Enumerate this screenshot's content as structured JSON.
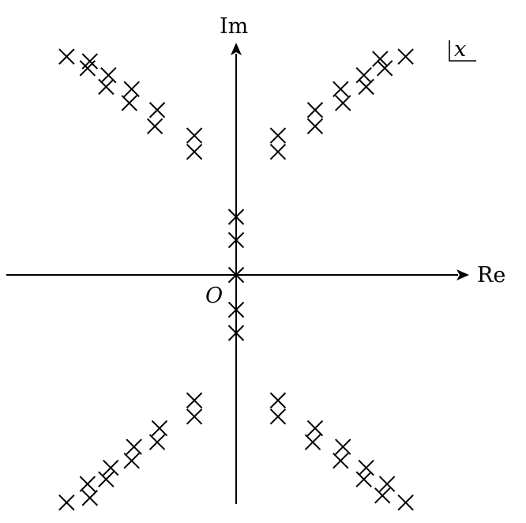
{
  "diagram": {
    "real_axis_label": "Re",
    "imag_axis_label": "Im",
    "origin_label": "O",
    "variable_label": "x",
    "marker_symbol": "cross",
    "markers": [
      {
        "re": 0,
        "im": 0
      },
      {
        "re": 0,
        "im": 1.5
      },
      {
        "re": 0,
        "im": 2.5
      },
      {
        "re": 0,
        "im": -1.5
      },
      {
        "re": 0,
        "im": -2.5
      },
      {
        "re": 1.8,
        "im": 6.0
      },
      {
        "re": 1.8,
        "im": 5.3
      },
      {
        "re": 3.4,
        "im": 7.1
      },
      {
        "re": 3.4,
        "im": 6.4
      },
      {
        "re": 4.5,
        "im": 8.0
      },
      {
        "re": 4.6,
        "im": 7.4
      },
      {
        "re": 5.5,
        "im": 8.6
      },
      {
        "re": 5.6,
        "im": 8.1
      },
      {
        "re": 6.2,
        "im": 9.3
      },
      {
        "re": 6.4,
        "im": 8.9
      },
      {
        "re": 7.3,
        "im": 9.4
      },
      {
        "re": -1.8,
        "im": 6.0
      },
      {
        "re": -1.8,
        "im": 5.3
      },
      {
        "re": -3.4,
        "im": 7.1
      },
      {
        "re": -3.5,
        "im": 6.4
      },
      {
        "re": -4.5,
        "im": 8.0
      },
      {
        "re": -4.6,
        "im": 7.4
      },
      {
        "re": -5.5,
        "im": 8.6
      },
      {
        "re": -5.6,
        "im": 8.1
      },
      {
        "re": -6.3,
        "im": 9.2
      },
      {
        "re": -6.4,
        "im": 8.9
      },
      {
        "re": -7.3,
        "im": 9.4
      },
      {
        "re": 1.8,
        "im": -5.4
      },
      {
        "re": 1.8,
        "im": -6.1
      },
      {
        "re": 3.4,
        "im": -6.6
      },
      {
        "re": 3.3,
        "im": -7.2
      },
      {
        "re": 4.6,
        "im": -7.4
      },
      {
        "re": 4.5,
        "im": -8.0
      },
      {
        "re": 5.6,
        "im": -8.3
      },
      {
        "re": 5.5,
        "im": -8.8
      },
      {
        "re": 6.5,
        "im": -9.0
      },
      {
        "re": 6.3,
        "im": -9.5
      },
      {
        "re": 7.3,
        "im": -9.8
      },
      {
        "re": -1.8,
        "im": -5.4
      },
      {
        "re": -1.8,
        "im": -6.1
      },
      {
        "re": -3.3,
        "im": -6.6
      },
      {
        "re": -3.4,
        "im": -7.2
      },
      {
        "re": -4.4,
        "im": -7.4
      },
      {
        "re": -4.5,
        "im": -8.0
      },
      {
        "re": -5.4,
        "im": -8.3
      },
      {
        "re": -5.6,
        "im": -8.8
      },
      {
        "re": -6.4,
        "im": -9.0
      },
      {
        "re": -6.3,
        "im": -9.6
      },
      {
        "re": -7.3,
        "im": -9.8
      }
    ]
  }
}
